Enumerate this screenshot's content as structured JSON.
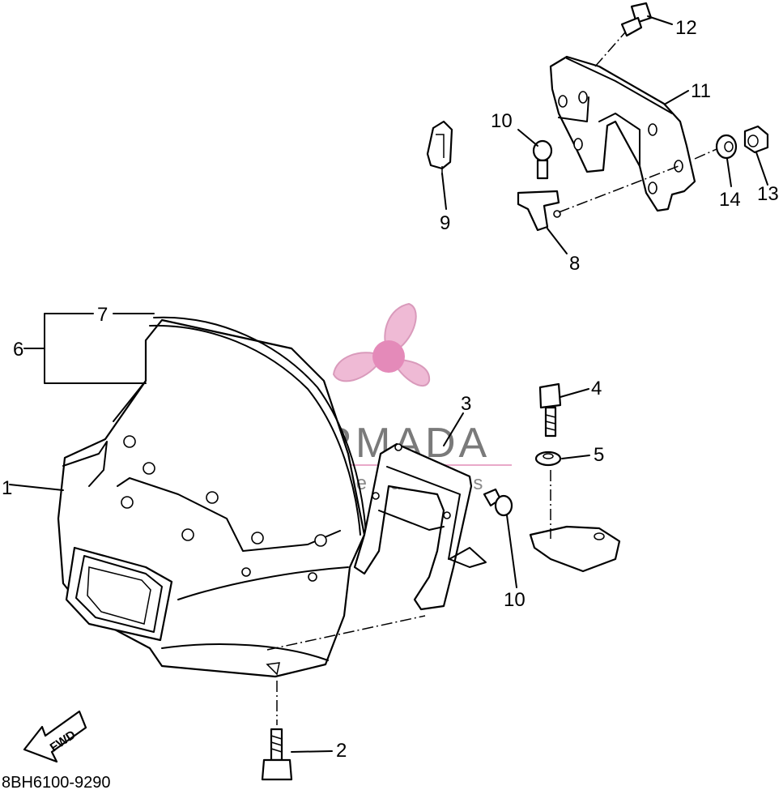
{
  "diagram": {
    "callouts": {
      "p1": "1",
      "p2": "2",
      "p3": "3",
      "p4": "4",
      "p5": "5",
      "p6": "6",
      "p7": "7",
      "p8": "8",
      "p9": "9",
      "p10a": "10",
      "p10b": "10",
      "p11": "11",
      "p12": "12",
      "p13": "13",
      "p14": "14"
    },
    "drawing_code": "8BH6100-9290",
    "fwd_label": "FWD"
  },
  "watermark": {
    "brand": "ARMADA",
    "tagline": "marine outboards",
    "logo_icon": "propeller-icon",
    "colors": {
      "logo": "#e8a6c8",
      "logo_center": "#e48ab9",
      "text": "#7a7a7a",
      "rule": "#e9a9c9"
    }
  }
}
